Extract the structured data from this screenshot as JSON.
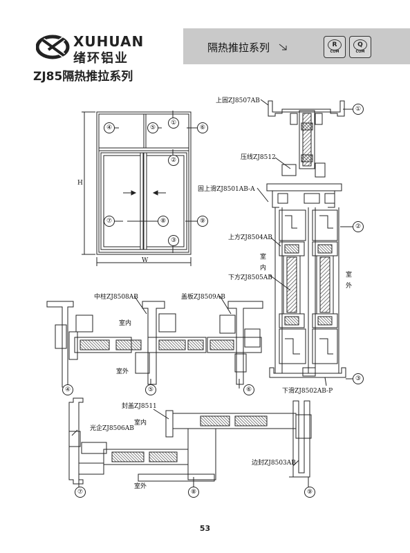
{
  "header": {
    "brand_en": "XUHUAN",
    "brand_cn": "绪环铝业",
    "series_label": "隔热推拉系列",
    "badges": [
      {
        "letter": "R",
        "sub": "COM"
      },
      {
        "letter": "Q",
        "sub": "COM"
      }
    ]
  },
  "title": "ZJ85隔热推拉系列",
  "elevation": {
    "height_label": "H",
    "width_label": "W"
  },
  "callouts": [
    {
      "id": "1",
      "text": "①"
    },
    {
      "id": "2",
      "text": "②"
    },
    {
      "id": "3",
      "text": "③"
    },
    {
      "id": "4",
      "text": "④"
    },
    {
      "id": "5",
      "text": "⑤"
    },
    {
      "id": "6",
      "text": "⑥"
    },
    {
      "id": "7",
      "text": "⑦"
    },
    {
      "id": "8",
      "text": "⑧"
    },
    {
      "id": "9",
      "text": "⑨"
    }
  ],
  "labels": {
    "top_fixed": "上固ZJ8507AB",
    "bead": "压线ZJ8512",
    "fixed_top_slide": "固上滑ZJ8501AB-A",
    "upper_square": "上方ZJ8504AB",
    "indoor_v": [
      "室",
      "内"
    ],
    "outdoor_v": [
      "室",
      "外"
    ],
    "lower_square": "下方ZJ8505AB",
    "bottom_slide": "下滑ZJ8502AB-P",
    "mullion": "中柱ZJ8508AB",
    "cover": "盖板ZJ8509AB",
    "indoor": "室内",
    "outdoor": "室外",
    "seal_cover": "封盖ZJ8511",
    "light_enterprise": "光企ZJ8506AB",
    "side_seal": "边封ZJ8503AB"
  },
  "page_number": "53",
  "colors": {
    "header_gray": "#c9c9c9",
    "line": "#222222",
    "glass_hatch": "#555555"
  }
}
